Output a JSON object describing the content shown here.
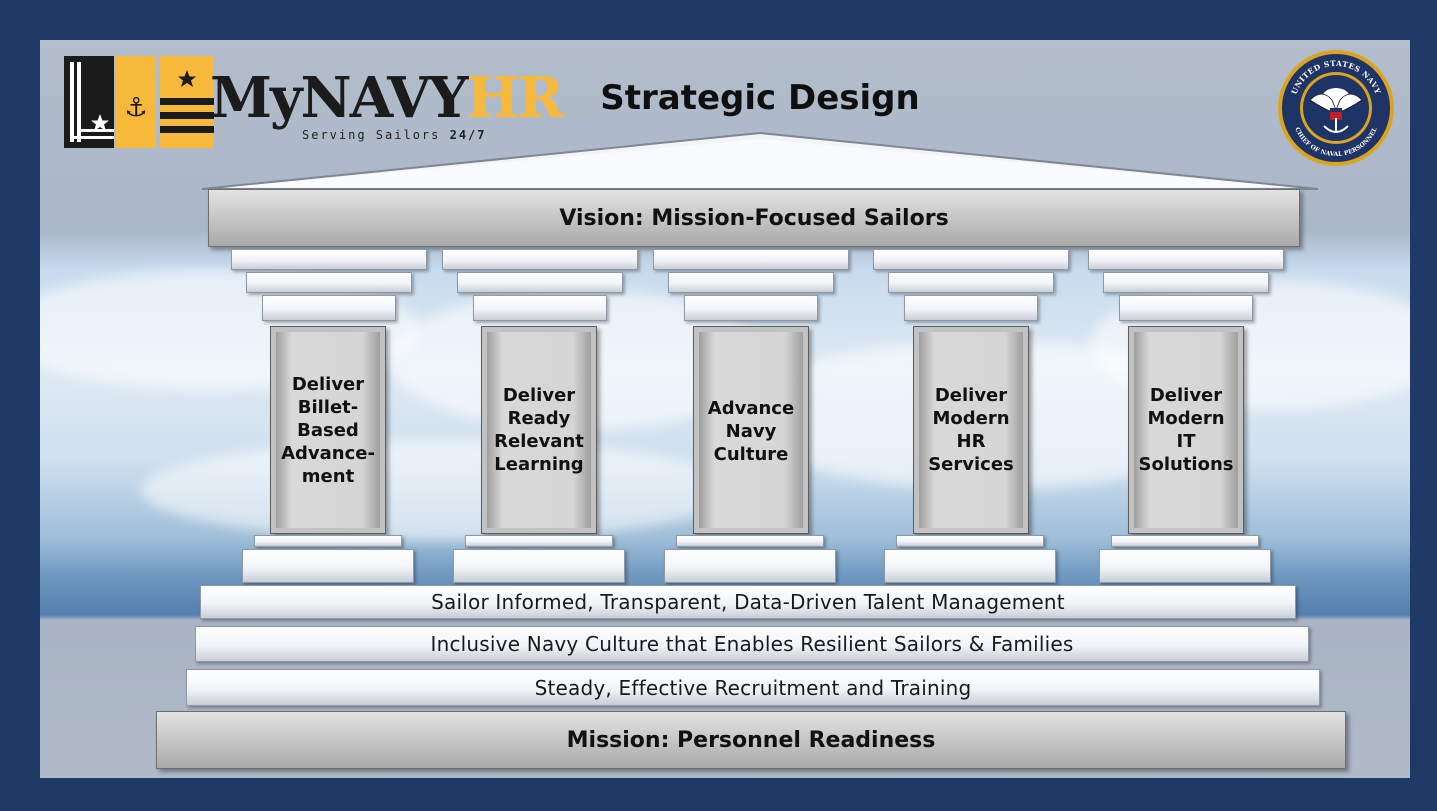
{
  "logo": {
    "my": "My",
    "navy": "NAVY",
    "hr": "HR",
    "tagline_prefix": "Serving Sailors ",
    "tagline_bold": "24/7"
  },
  "title": "Strategic Design",
  "seal": {
    "text_top": "UNITED STATES NAVY",
    "text_bottom": "CHIEF OF NAVAL PERSONNEL"
  },
  "vision": "Vision: Mission-Focused Sailors",
  "pillars": [
    "Deliver Billet-Based Advance-ment",
    "Deliver Ready Relevant Learning",
    "Advance Navy Culture",
    "Deliver Modern HR Services",
    "Deliver Modern IT Solutions"
  ],
  "pillar_lines": [
    [
      "Deliver",
      "Billet-",
      "Based",
      "Advance-",
      "ment"
    ],
    [
      "Deliver",
      "Ready",
      "Relevant",
      "Learning"
    ],
    [
      "Advance",
      "Navy",
      "Culture"
    ],
    [
      "Deliver",
      "Modern",
      "HR",
      "Services"
    ],
    [
      "Deliver",
      "Modern",
      "IT",
      "Solutions"
    ]
  ],
  "foundations": [
    "Sailor Informed, Transparent, Data-Driven Talent Management",
    "Inclusive Navy Culture that Enables Resilient Sailors & Families",
    "Steady, Effective Recruitment and Training"
  ],
  "mission": "Mission: Personnel Readiness",
  "colors": {
    "border_navy": "#1f3a66",
    "logo_gold": "#f6b93b",
    "logo_black": "#1b1b1b",
    "seal_navy": "#1e3466",
    "seal_gold": "#d9a520"
  }
}
